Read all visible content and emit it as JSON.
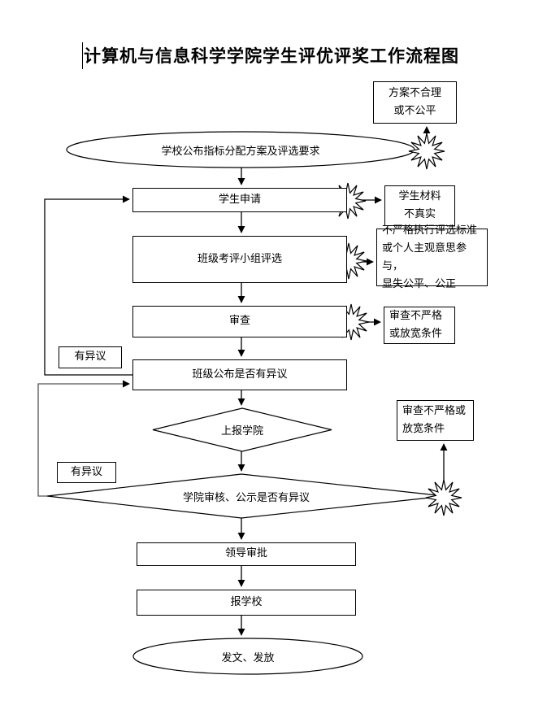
{
  "title": {
    "text": "计算机与信息科学学院学生评优评奖工作流程图"
  },
  "flowchart": {
    "nodes": {
      "start": {
        "shape": "ellipse",
        "label": "学校公布指标分配方案及评选要求"
      },
      "student_apply": {
        "shape": "rect",
        "label": "学生申请"
      },
      "class_group_select": {
        "shape": "rect",
        "label": "班级考评小组评选"
      },
      "review": {
        "shape": "rect",
        "label": "审查"
      },
      "class_publish_objection": {
        "shape": "rect",
        "label": "班级公布是否有异议"
      },
      "report_to_college": {
        "shape": "diamond",
        "label": "上报学院"
      },
      "college_review_publicity": {
        "shape": "diamond",
        "label": "学院审核、公示是否有异议"
      },
      "leader_approval": {
        "shape": "rect",
        "label": "领导审批"
      },
      "report_to_school": {
        "shape": "rect",
        "label": "报学校"
      },
      "end": {
        "shape": "ellipse",
        "label": "发文、发放"
      }
    },
    "risk_notes": {
      "plan_unreasonable": {
        "lines": [
          "方案不合理",
          "或不公平"
        ]
      },
      "student_material_untrue": {
        "lines": [
          "学生材料",
          "不真实"
        ]
      },
      "not_strict_standard": {
        "lines": [
          "不严格执行评选标准",
          "或个人主观意思参与，",
          "显失公平、公正"
        ]
      },
      "review_not_strict_1": {
        "lines": [
          "审查不严格",
          "或放宽条件"
        ]
      },
      "review_not_strict_2": {
        "lines": [
          "审查不严格或",
          "放宽条件"
        ]
      }
    },
    "loop_labels": {
      "objection_1": "有异议",
      "objection_2": "有异议"
    }
  },
  "colors": {
    "stroke": "#000000",
    "fill": "#ffffff",
    "text": "#000000"
  }
}
